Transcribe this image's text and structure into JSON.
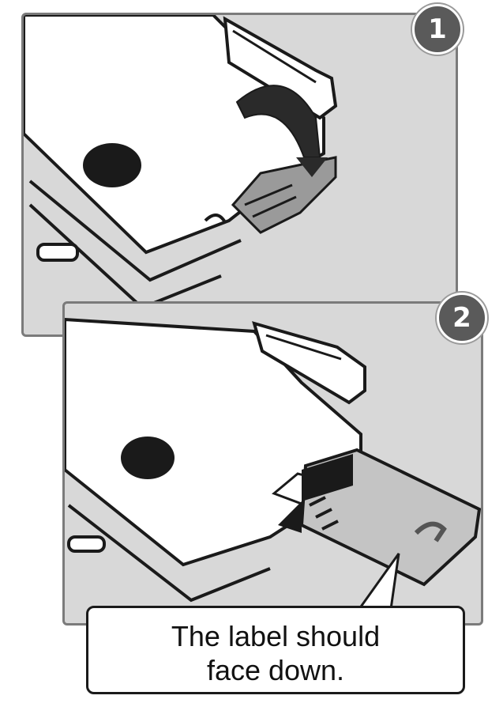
{
  "steps": {
    "step1_number": "1",
    "step2_number": "2"
  },
  "callout": {
    "line1": "The label should",
    "line2": "face down."
  },
  "icons": {
    "step1": "console-slot-cover-open-icon",
    "step2": "sd-card-insert-icon"
  },
  "colors": {
    "panel_bg": "#d8d8d8",
    "panel_border": "#7b7b7b",
    "badge_bg": "#5a5a5a",
    "outline": "#1a1a1a"
  }
}
